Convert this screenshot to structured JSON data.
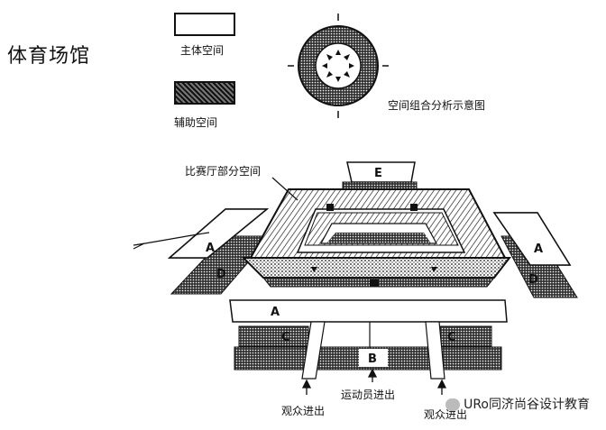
{
  "title": "体育场馆",
  "legend": {
    "primary_label": "主体空间",
    "secondary_label": "辅助空间",
    "diagram_caption": "空间组合分析示意图"
  },
  "plan": {
    "arena_label": "比赛厅部分空间",
    "zones": {
      "A": "A",
      "B": "B",
      "C": "C",
      "D": "D",
      "E": "E"
    },
    "athlete_entry": "运动员进出",
    "spectator_entry_left": "观众进出",
    "spectator_entry_right": "观众进出"
  },
  "watermark": "URo同济尚谷设计教育",
  "colors": {
    "ink": "#111111",
    "paper": "#ffffff"
  }
}
